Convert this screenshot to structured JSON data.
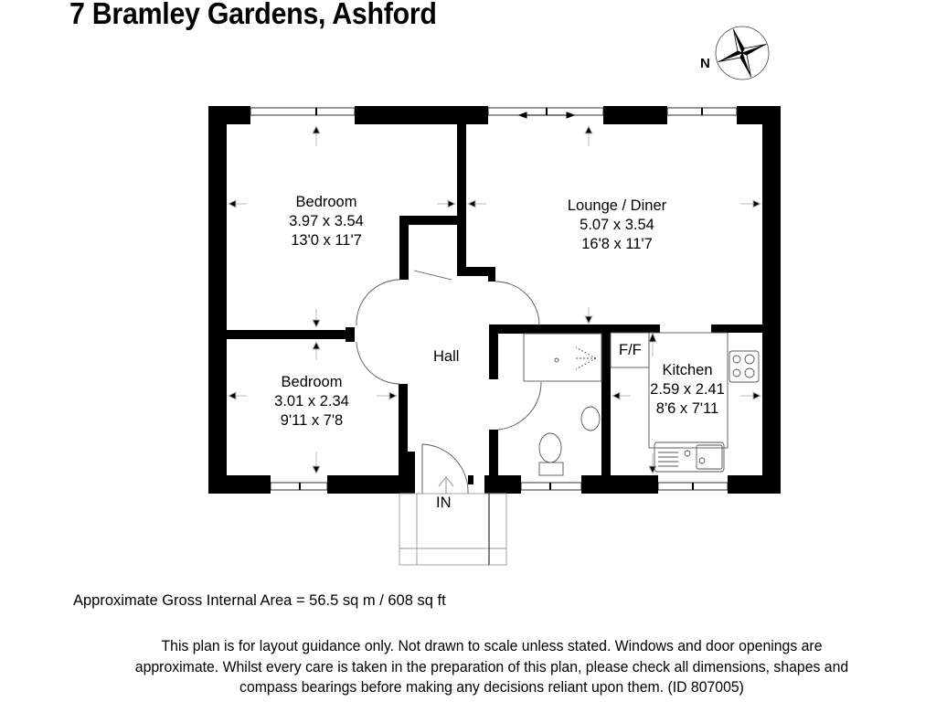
{
  "header": {
    "title": "7 Bramley Gardens, Ashford"
  },
  "compass": {
    "label": "N",
    "icon": "compass-rose-icon"
  },
  "rooms": [
    {
      "name": "Bedroom",
      "metric": "3.97 x 3.54",
      "imperial": "13'0 x 11'7"
    },
    {
      "name": "Lounge / Diner",
      "metric": "5.07 x 3.54",
      "imperial": "16'8 x 11'7"
    },
    {
      "name": "Bedroom",
      "metric": "3.01 x 2.34",
      "imperial": "9'11 x 7'8"
    },
    {
      "name": "Kitchen",
      "metric": "2.59 x 2.41",
      "imperial": "8'6 x 7'11"
    }
  ],
  "labels": {
    "hall": "Hall",
    "fridge_freezer": "F/F",
    "entrance": "IN"
  },
  "area": {
    "text": "Approximate Gross Internal Area = 56.5 sq m / 608 sq ft"
  },
  "disclaimer": {
    "text": "This plan is for layout guidance only. Not drawn to scale unless stated. Windows and door openings are approximate. Whilst every care is taken in the preparation of this plan, please check all dimensions, shapes and compass bearings before making any decisions reliant upon them. (ID 807005)"
  },
  "colors": {
    "wall": "#000000",
    "background": "#ffffff",
    "fixture_line": "#555555"
  }
}
